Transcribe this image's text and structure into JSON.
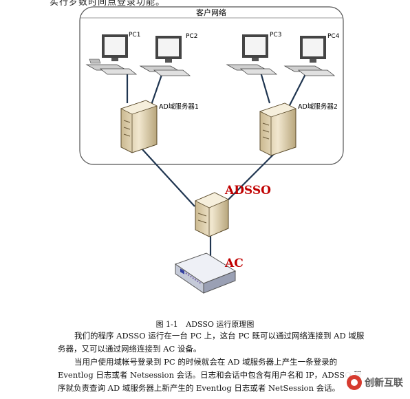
{
  "top_fragment": "实行岁数时间点登录功能。",
  "network": {
    "group_label": "客户网络",
    "pcs": [
      "PC1",
      "PC2",
      "PC3",
      "PC4"
    ],
    "servers": [
      "AD域服务器1",
      "AD域服务器2"
    ],
    "adsso_label": "ADSSO",
    "ac_label": "AC"
  },
  "caption": {
    "number": "图 1-1",
    "title": "ADSSO 运行原理图"
  },
  "paragraphs": [
    "我们的程序 ADSSO 运行在一台 PC 上，这台 PC 既可以通过网络连接到 AD 域服务器，又可以通过网络连接到 AC 设备。",
    "当用户使用域帐号登录到 PC 的时候就会在 AD 域服务器上产生一条登录的 Eventlog 日志或者 Netsession 会话。日志和会话中包含有用户名和 IP，ADSSO 程序就负责查询 AD 域服务器上新产生的 Eventlog 日志或者 NetSession 会话。"
  ],
  "watermark": {
    "text": "创新互联"
  },
  "colors": {
    "line": "#1f3550",
    "label_red": "#c00000",
    "server_fill": "#e9dcc0",
    "ac_fill": "#d9dde8"
  }
}
